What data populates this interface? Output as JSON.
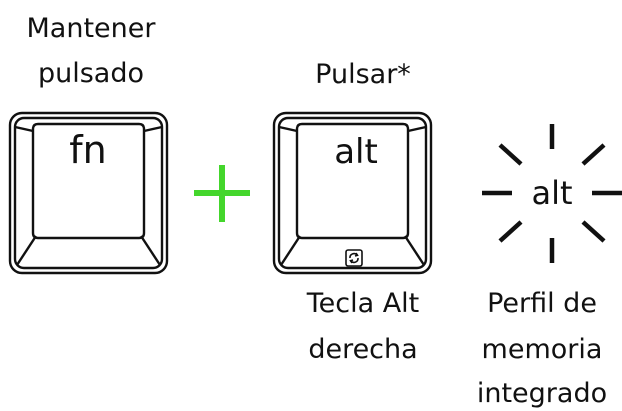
{
  "hold_label": {
    "line1": "Mantener",
    "line2": "pulsado"
  },
  "press_label": "Pulsar*",
  "keys": {
    "fn_key": "fn",
    "alt_key": "alt",
    "alt_flash": "alt"
  },
  "plus_symbol": "+",
  "right_alt_label": {
    "line1": "Tecla Alt",
    "line2": "derecha"
  },
  "profile_label": {
    "line1": "Perfil de",
    "line2": "memoria",
    "line3": "integrado"
  },
  "colors": {
    "plus": "#44d62c",
    "stroke": "#111111",
    "background": "#ffffff"
  },
  "icons": [
    "onboard-profile-icon",
    "flash-ray-icon"
  ]
}
